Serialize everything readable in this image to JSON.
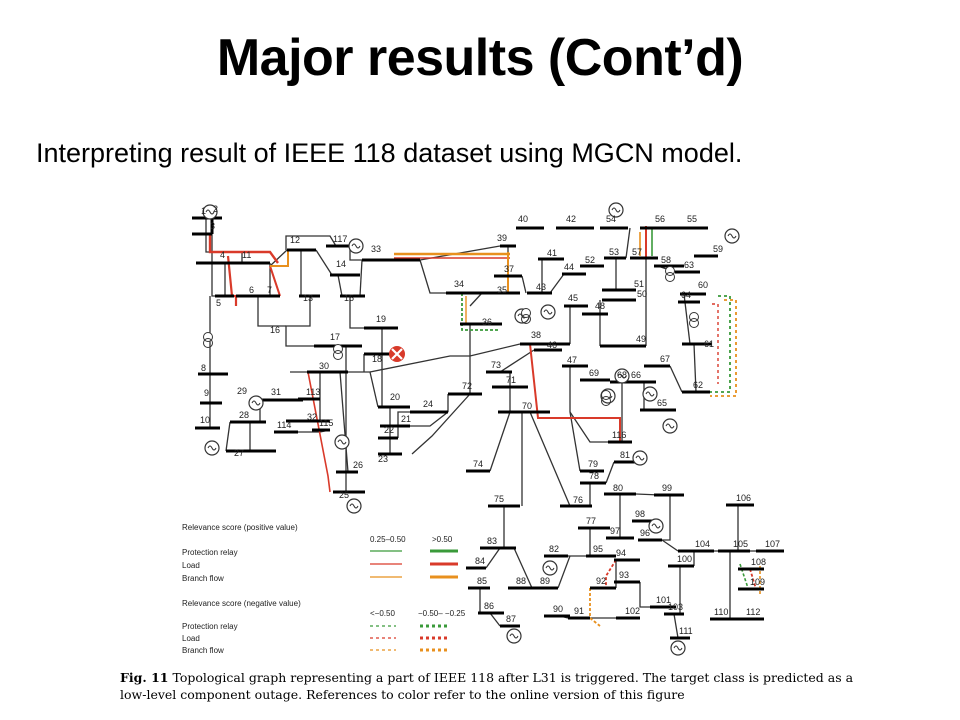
{
  "slide": {
    "title": "Major results (Cont’d)",
    "subtitle": "Interpreting result of IEEE 118 dataset using MGCN model."
  },
  "caption": {
    "label": "Fig. 11",
    "text": "Topological graph representing a part of IEEE 118 after L31 is triggered. The target class is predicted as a low-level component outage. References to color refer to the online version of this figure"
  },
  "legend": {
    "positive_title": "Relevance score (positive value)",
    "negative_title": "Relevance score (negative value)",
    "pos_ranges": [
      "0.25–0.50",
      ">0.50"
    ],
    "neg_ranges": [
      "<−0.50",
      "−0.50– −0.25"
    ],
    "rows": [
      "Protection relay",
      "Load",
      "Branch flow"
    ],
    "colors": {
      "relay": "#3a9a3a",
      "load": "#d93a2a",
      "branch": "#e8901e"
    }
  },
  "buses": [
    {
      "id": "1"
    },
    {
      "id": "2"
    },
    {
      "id": "3"
    },
    {
      "id": "4"
    },
    {
      "id": "5"
    },
    {
      "id": "6"
    },
    {
      "id": "7"
    },
    {
      "id": "8"
    },
    {
      "id": "9"
    },
    {
      "id": "10"
    },
    {
      "id": "11"
    },
    {
      "id": "12"
    },
    {
      "id": "13"
    },
    {
      "id": "14"
    },
    {
      "id": "15"
    },
    {
      "id": "16"
    },
    {
      "id": "17"
    },
    {
      "id": "18"
    },
    {
      "id": "19"
    },
    {
      "id": "20"
    },
    {
      "id": "21"
    },
    {
      "id": "22"
    },
    {
      "id": "23"
    },
    {
      "id": "24"
    },
    {
      "id": "25"
    },
    {
      "id": "26"
    },
    {
      "id": "27"
    },
    {
      "id": "28"
    },
    {
      "id": "29"
    },
    {
      "id": "30"
    },
    {
      "id": "31"
    },
    {
      "id": "32"
    },
    {
      "id": "33"
    },
    {
      "id": "34"
    },
    {
      "id": "35"
    },
    {
      "id": "36"
    },
    {
      "id": "37"
    },
    {
      "id": "38"
    },
    {
      "id": "39"
    },
    {
      "id": "40"
    },
    {
      "id": "41"
    },
    {
      "id": "42"
    },
    {
      "id": "43"
    },
    {
      "id": "44"
    },
    {
      "id": "45"
    },
    {
      "id": "46"
    },
    {
      "id": "47"
    },
    {
      "id": "48"
    },
    {
      "id": "49"
    },
    {
      "id": "50"
    },
    {
      "id": "51"
    },
    {
      "id": "52"
    },
    {
      "id": "53"
    },
    {
      "id": "54"
    },
    {
      "id": "55"
    },
    {
      "id": "56"
    },
    {
      "id": "57"
    },
    {
      "id": "58"
    },
    {
      "id": "59"
    },
    {
      "id": "60"
    },
    {
      "id": "61"
    },
    {
      "id": "62"
    },
    {
      "id": "63"
    },
    {
      "id": "64"
    },
    {
      "id": "65"
    },
    {
      "id": "66"
    },
    {
      "id": "67"
    },
    {
      "id": "68"
    },
    {
      "id": "69"
    },
    {
      "id": "70"
    },
    {
      "id": "71"
    },
    {
      "id": "72"
    },
    {
      "id": "73"
    },
    {
      "id": "74"
    },
    {
      "id": "75"
    },
    {
      "id": "76"
    },
    {
      "id": "77"
    },
    {
      "id": "78"
    },
    {
      "id": "79"
    },
    {
      "id": "80"
    },
    {
      "id": "81"
    },
    {
      "id": "82"
    },
    {
      "id": "83"
    },
    {
      "id": "84"
    },
    {
      "id": "85"
    },
    {
      "id": "86"
    },
    {
      "id": "87"
    },
    {
      "id": "88"
    },
    {
      "id": "89"
    },
    {
      "id": "90"
    },
    {
      "id": "91"
    },
    {
      "id": "92"
    },
    {
      "id": "93"
    },
    {
      "id": "94"
    },
    {
      "id": "95"
    },
    {
      "id": "96"
    },
    {
      "id": "97"
    },
    {
      "id": "98"
    },
    {
      "id": "99"
    },
    {
      "id": "100"
    },
    {
      "id": "101"
    },
    {
      "id": "102"
    },
    {
      "id": "103"
    },
    {
      "id": "104"
    },
    {
      "id": "105"
    },
    {
      "id": "106"
    },
    {
      "id": "107"
    },
    {
      "id": "108"
    },
    {
      "id": "109"
    },
    {
      "id": "110"
    },
    {
      "id": "111"
    },
    {
      "id": "112"
    },
    {
      "id": "113"
    },
    {
      "id": "114"
    },
    {
      "id": "115"
    },
    {
      "id": "116"
    },
    {
      "id": "117"
    }
  ]
}
